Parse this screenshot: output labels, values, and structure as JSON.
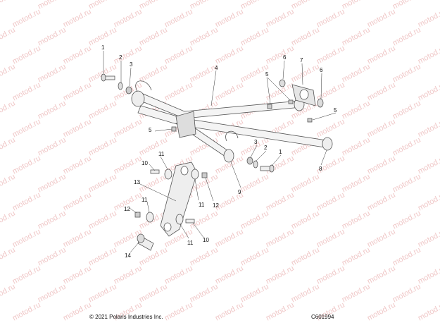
{
  "watermark": "motod.ru",
  "copyright": "© 2021 Polaris Industries Inc.",
  "figure_code": "C601994",
  "callouts": [
    "1",
    "2",
    "3",
    "4",
    "5",
    "6",
    "7",
    "6",
    "5",
    "5",
    "3",
    "2",
    "1",
    "8",
    "9",
    "11",
    "10",
    "13",
    "11",
    "12",
    "12",
    "11",
    "11",
    "10",
    "14"
  ]
}
